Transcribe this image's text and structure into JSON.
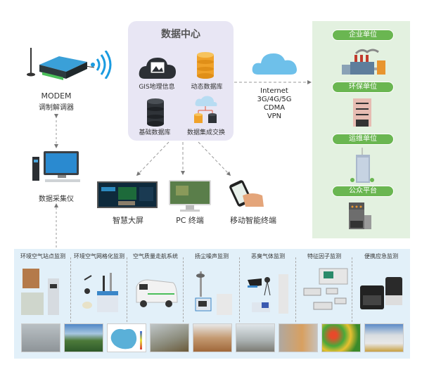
{
  "data_center": {
    "title": "数据中心",
    "items": [
      {
        "label": "GIS地理信息",
        "icon": "gis-cloud-icon"
      },
      {
        "label": "动态数据库",
        "icon": "dynamic-database-icon"
      },
      {
        "label": "基础数据库",
        "icon": "base-database-icon"
      },
      {
        "label": "数据集成交换",
        "icon": "data-exchange-icon"
      }
    ]
  },
  "modem": {
    "line1": "MODEM",
    "line2": "调制解调器"
  },
  "collector": {
    "label": "数据采集仪"
  },
  "network": {
    "lines": [
      "Internet",
      "3G/4G/5G",
      "CDMA",
      "VPN"
    ]
  },
  "terminals": [
    {
      "label": "智慧大屏",
      "icon": "big-screen-icon"
    },
    {
      "label": "PC 终端",
      "icon": "pc-monitor-icon"
    },
    {
      "label": "移动智能终端",
      "icon": "smartphone-icon"
    }
  ],
  "clients": [
    {
      "label": "企业单位",
      "icon": "factory-icon"
    },
    {
      "label": "环保单位",
      "icon": "office-building-icon"
    },
    {
      "label": "运维单位",
      "icon": "skyscraper-icon"
    },
    {
      "label": "公众平台",
      "icon": "public-building-icon"
    }
  ],
  "monitoring": {
    "categories": [
      "环境空气站点监测",
      "环境空气网格化监测",
      "空气质量走航系统",
      "扬尘噪声监测",
      "恶臭气体监测",
      "特征因子监测",
      "便携应急监测"
    ],
    "photos": [
      "haze-city-photo",
      "aerial-landscape-photo",
      "heatmap-province-photo",
      "construction-sprayer-photo",
      "construction-site-photo",
      "power-plant-photo",
      "factory-dust-photo",
      "pollution-grid-map-photo",
      "smokestacks-photo"
    ]
  },
  "colors": {
    "data_center_bg": "#e8e6f4",
    "clients_bg": "#e3f1e0",
    "pill_green": "#6ab651",
    "monitor_bg": "#e2f0f9",
    "orange_db": "#f0a22a",
    "dark_db": "#2f3338",
    "wifi_blue": "#1a9be0",
    "cloud_blue": "#6ec0ea"
  }
}
